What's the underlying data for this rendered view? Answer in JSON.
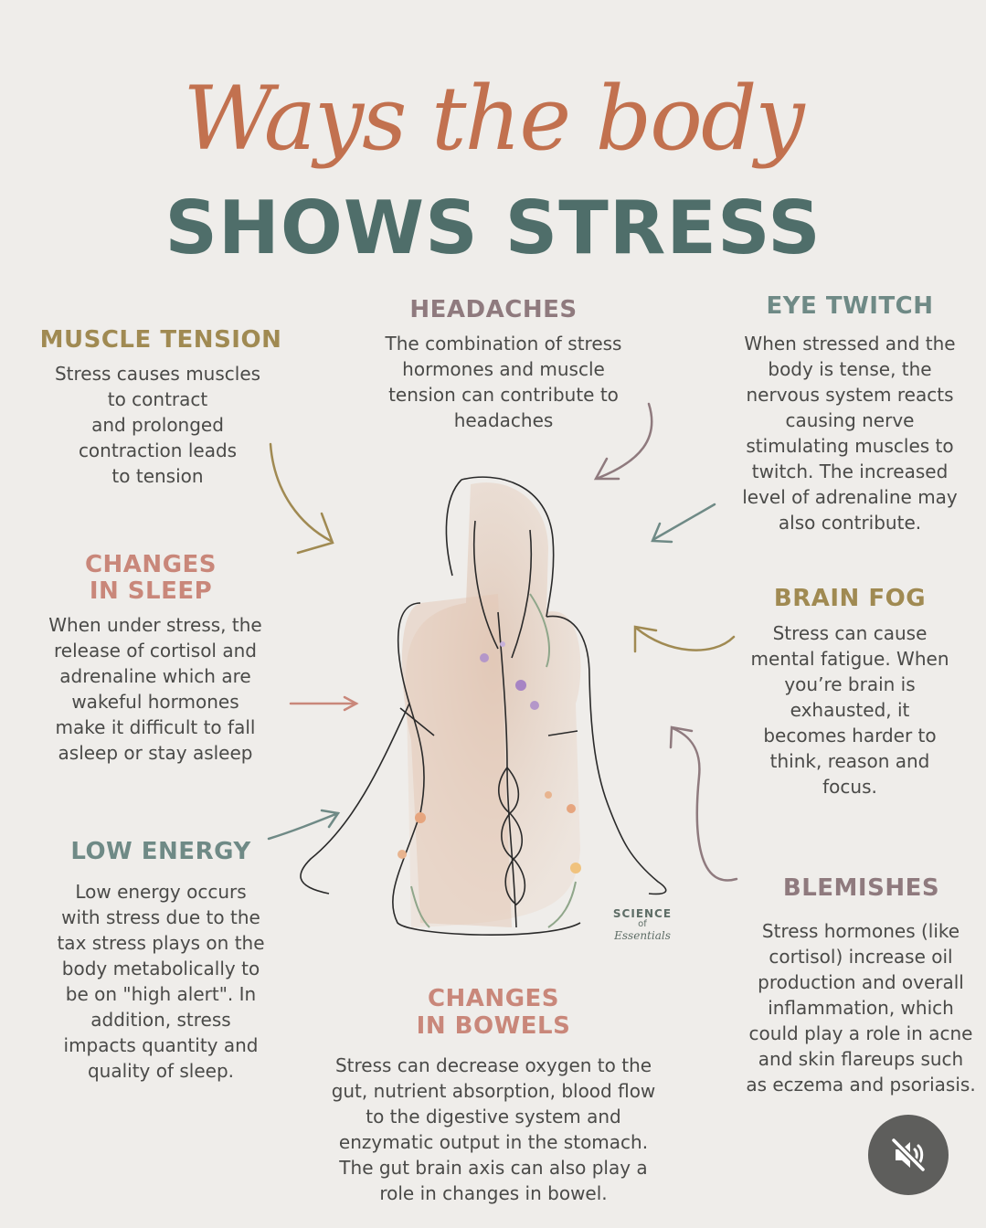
{
  "header": {
    "script_title": "Ways the body",
    "main_title": "SHOWS STRESS"
  },
  "colors": {
    "mustard": "#a08a52",
    "mauve": "#8f7a7e",
    "teal": "#6f8a86",
    "rose": "#c9877a",
    "dark_teal": "#4f6e6a"
  },
  "sections": {
    "headaches": {
      "heading": "HEADACHES",
      "text": "The combination of stress\nhormones and muscle\ntension can contribute to\nheadaches"
    },
    "muscle_tension": {
      "heading": "MUSCLE TENSION",
      "text": "Stress causes muscles\nto contract\nand prolonged\ncontraction leads\nto tension"
    },
    "eye_twitch": {
      "heading": "EYE TWITCH",
      "text": "When stressed and the\nbody is tense, the\nnervous system reacts\ncausing nerve\nstimulating muscles to\ntwitch. The increased\nlevel of adrenaline may\nalso contribute."
    },
    "changes_in_sleep": {
      "heading_line1": "CHANGES",
      "heading_line2": "IN SLEEP",
      "text": "When under stress, the\nrelease of cortisol and\nadrenaline which are\nwakeful hormones\nmake it difficult to fall\nasleep or stay asleep"
    },
    "brain_fog": {
      "heading": "BRAIN FOG",
      "text": "Stress can cause\nmental fatigue. When\nyou’re  brain is\nexhausted, it\nbecomes harder to\nthink, reason and\nfocus."
    },
    "low_energy": {
      "heading": "LOW ENERGY",
      "text": "Low energy occurs\nwith stress due to the\ntax stress plays on the\nbody metabolically to\nbe on \"high alert\". In\naddition, stress\nimpacts quantity and\nquality of sleep."
    },
    "blemishes": {
      "heading": "BLEMISHES",
      "text": "Stress hormones (like\ncortisol) increase oil\nproduction and overall\ninflammation, which\ncould play a role in acne\nand skin flareups such\nas eczema and psoriasis."
    },
    "changes_in_bowels": {
      "heading_line1": "CHANGES",
      "heading_line2": "IN BOWELS",
      "text": "Stress can decrease oxygen to the\ngut, nutrient absorption, blood flow\nto the digestive system and\nenzymatic output in the stomach.\nThe gut brain axis can also play a\nrole in changes in bowel."
    }
  },
  "logo": {
    "line1": "SCIENCE",
    "line2": "of",
    "line3": "Essentials"
  },
  "icons": {
    "mute": "speaker-muted-icon"
  }
}
